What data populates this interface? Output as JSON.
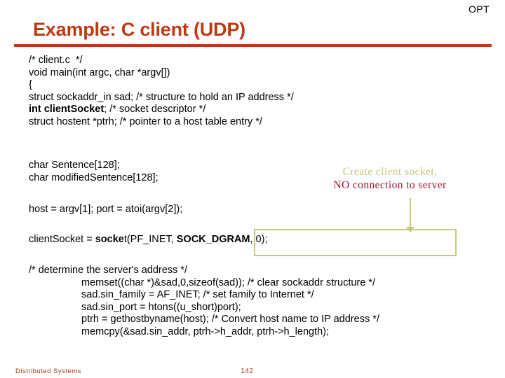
{
  "header": {
    "corner_label": "OPT",
    "title": "Example: C client (UDP)",
    "accent_color": "#BF3A12"
  },
  "code": {
    "block_1": [
      "/* client.c  */",
      "void main(int argc, char *argv[])",
      "{",
      "struct sockaddr_in sad; /* structure to hold an IP address */",
      "int clientSocket; /* socket descriptor */",
      "struct hostent *ptrh; /* pointer to a host table entry */"
    ],
    "block_1_bold_line": "int clientSocket",
    "block_1_bold_rest": "; /* socket descriptor */",
    "block_2": [
      "char Sentence[128];",
      "char modifiedSentence[128];"
    ],
    "line_host": "host = argv[1]; port = atoi(argv[2]);",
    "line_socket": {
      "prefix": "clientSocket = ",
      "bold_1": "socke",
      "mid_1": "t(PF_INET, ",
      "bold_2": "SOCK_DGRAM",
      "suffix": ", 0);"
    },
    "block_3": [
      "/* determine the server's address */",
      "memset((char *)&sad,0,sizeof(sad)); /* clear sockaddr structure */",
      "sad.sin_family = AF_INET; /* set family to Internet */",
      "sad.sin_port = htons((u_short)port);",
      "ptrh = gethostbyname(host); /* Convert host name to IP address */",
      "memcpy(&sad.sin_addr, ptrh->h_addr, ptrh->h_length);"
    ]
  },
  "callout": {
    "line_1": "Create client socket,",
    "line_2": "NO connection to server",
    "line_1_color": "#C8C87A",
    "line_2_color": "#B01030",
    "box_color": "#C8C87A"
  },
  "footer": {
    "left": "Distributed Systems",
    "page": "142",
    "color": "#A03A12"
  }
}
